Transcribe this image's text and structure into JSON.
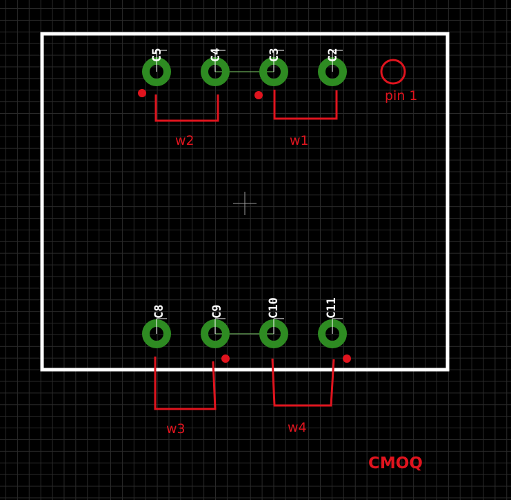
{
  "pads_top": [
    {
      "label": "C5"
    },
    {
      "label": "C4"
    },
    {
      "label": "C3"
    },
    {
      "label": "C2"
    }
  ],
  "pads_bottom": [
    {
      "label": "C8"
    },
    {
      "label": "C9"
    },
    {
      "label": "C10"
    },
    {
      "label": "C11"
    }
  ],
  "pin1_label": "pin 1",
  "wires": {
    "w1": "w1",
    "w2": "w2",
    "w3": "w3",
    "w4": "w4"
  },
  "brand": "CMOQ",
  "colors": {
    "board_outline": "#ffffff",
    "pad_ring": "#2e8b22",
    "pad_hole": "#ffffff",
    "wire": "#e0141e",
    "trace": "#7fcf6a",
    "grid": "#2a2a2a"
  }
}
